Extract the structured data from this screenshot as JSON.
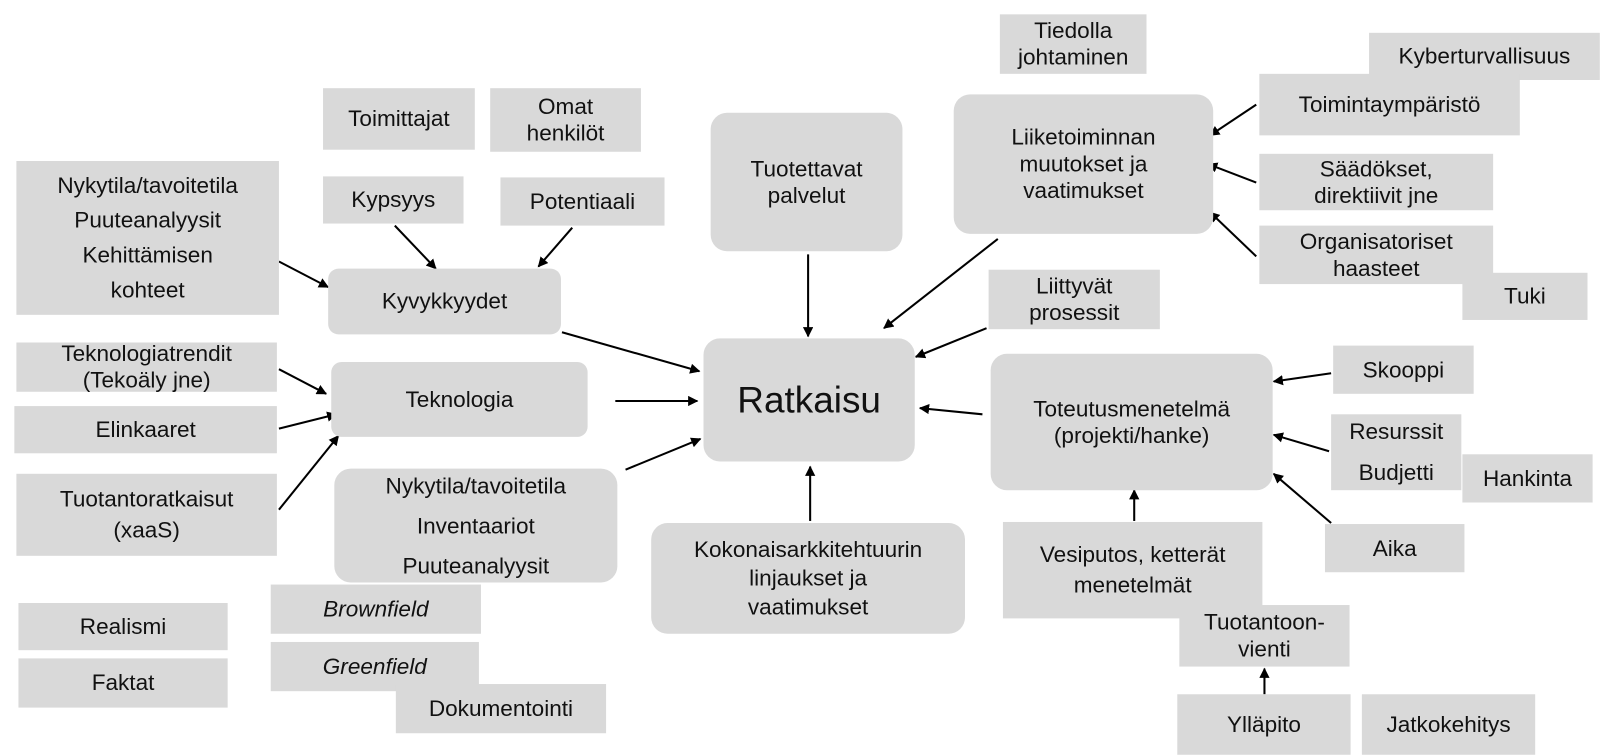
{
  "nodes": {
    "tiedolla": "Tiedolla\njohtaminen",
    "kyber": "Kyberturvallisuus",
    "toimintaymparisto": "Toimintaympäristö",
    "liiketoiminnan": "Liiketoiminnan\nmuutokset ja\nvaatimukset",
    "saadokset": "Säädökset,\ndirektiivit jne",
    "organisatoriset": "Organisatoriset\nhaasteet",
    "tuki": "Tuki",
    "liittyvat": "Liittyvät\nprosessit",
    "toimittajat": "Toimittajat",
    "omat": "Omat\nhenkilöt",
    "tuotettavat": "Tuotettavat\npalvelut",
    "nykytila_left": "Nykytila/tavoitetila\nPuuteanalyysit\nKehittämisen\nkohteet",
    "kypsyys": "Kypsyys",
    "potentiaali": "Potentiaali",
    "kyvykkyydet": "Kyvykkyydet",
    "teknologiatrendit": "Teknologiatrendit\n(Tekoäly jne)",
    "teknologia": "Teknologia",
    "ratkaisu": "Ratkaisu",
    "elinkaaret": "Elinkaaret",
    "tuotantoratkaisut": "Tuotantoratkaisut\n(xaaS)",
    "nykytila_lower": "Nykytila/tavoitetila\nInventaariot\nPuuteanalyysit",
    "kokonais": "Kokonaisarkkitehtuurin\nlinjaukset ja\nvaatimukset",
    "toteutus": "Toteutusmenetelmä\n(projekti/hanke)",
    "skooppi": "Skooppi",
    "resurssit": "Resurssit\nBudjetti",
    "hankinta": "Hankinta",
    "aika": "Aika",
    "vesiputos": "Vesiputos, ketterät\nmenetelmät",
    "tuotantoon": "Tuotantoon-\nvienti",
    "yllapito": "Ylläpito",
    "jatkokehitys": "Jatkokehitys",
    "realismi": "Realismi",
    "faktat": "Faktat",
    "brownfield": "Brownfield",
    "greenfield": "Greenfield",
    "dokumentointi": "Dokumentointi"
  },
  "edges": [
    {
      "from": "nykytila_left",
      "to": "kyvykkyydet"
    },
    {
      "from": "kypsyys",
      "to": "kyvykkyydet"
    },
    {
      "from": "potentiaali",
      "to": "kyvykkyydet"
    },
    {
      "from": "kyvykkyydet",
      "to": "ratkaisu"
    },
    {
      "from": "teknologiatrendit",
      "to": "teknologia"
    },
    {
      "from": "elinkaaret",
      "to": "teknologia"
    },
    {
      "from": "tuotantoratkaisut",
      "to": "teknologia"
    },
    {
      "from": "teknologia",
      "to": "ratkaisu"
    },
    {
      "from": "nykytila_lower",
      "to": "ratkaisu"
    },
    {
      "from": "tuotettavat",
      "to": "ratkaisu"
    },
    {
      "from": "kokonais",
      "to": "ratkaisu"
    },
    {
      "from": "liiketoiminnan",
      "to": "ratkaisu"
    },
    {
      "from": "liittyvat",
      "to": "ratkaisu"
    },
    {
      "from": "toteutus",
      "to": "ratkaisu"
    },
    {
      "from": "toimintaymparisto",
      "to": "liiketoiminnan"
    },
    {
      "from": "saadokset",
      "to": "liiketoiminnan"
    },
    {
      "from": "organisatoriset",
      "to": "liiketoiminnan"
    },
    {
      "from": "skooppi",
      "to": "toteutus"
    },
    {
      "from": "resurssit",
      "to": "toteutus"
    },
    {
      "from": "aika",
      "to": "toteutus"
    },
    {
      "from": "vesiputos",
      "to": "toteutus"
    },
    {
      "from": "yllapito",
      "to": "tuotantoon"
    }
  ]
}
